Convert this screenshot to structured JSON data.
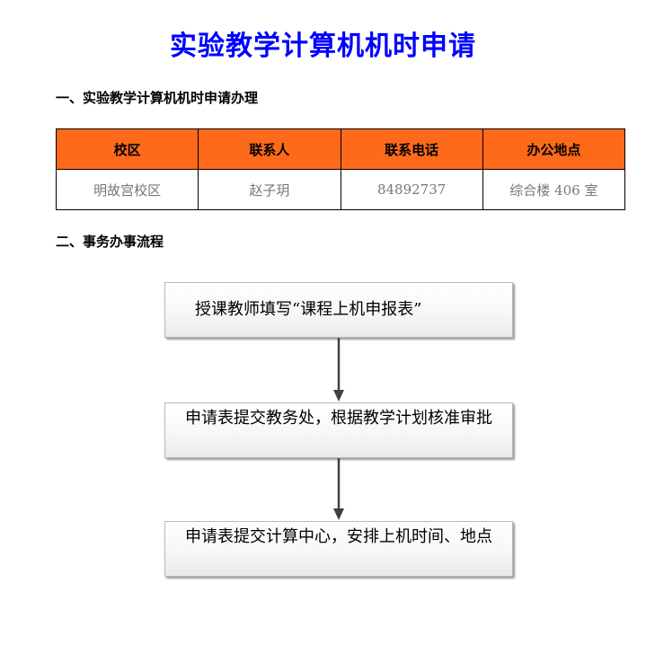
{
  "page": {
    "title": "实验教学计算机机时申请",
    "title_color": "#0000ff"
  },
  "section1": {
    "heading": "一、实验教学计算机机时申请办理"
  },
  "contact_table": {
    "header_color": "#ff6a1a",
    "headers": [
      "校区",
      "联系人",
      "联系电话",
      "办公地点"
    ],
    "rows": [
      [
        "明故宫校区",
        "赵子玥",
        "84892737",
        "综合楼 406 室"
      ]
    ]
  },
  "section2": {
    "heading": "二、事务办事流程"
  },
  "flow": {
    "steps": [
      "授课教师填写“课程上机申报表”",
      "申请表提交教务处，根据教学计划核准审批",
      "申请表提交计算中心，安排上机时间、地点"
    ]
  }
}
